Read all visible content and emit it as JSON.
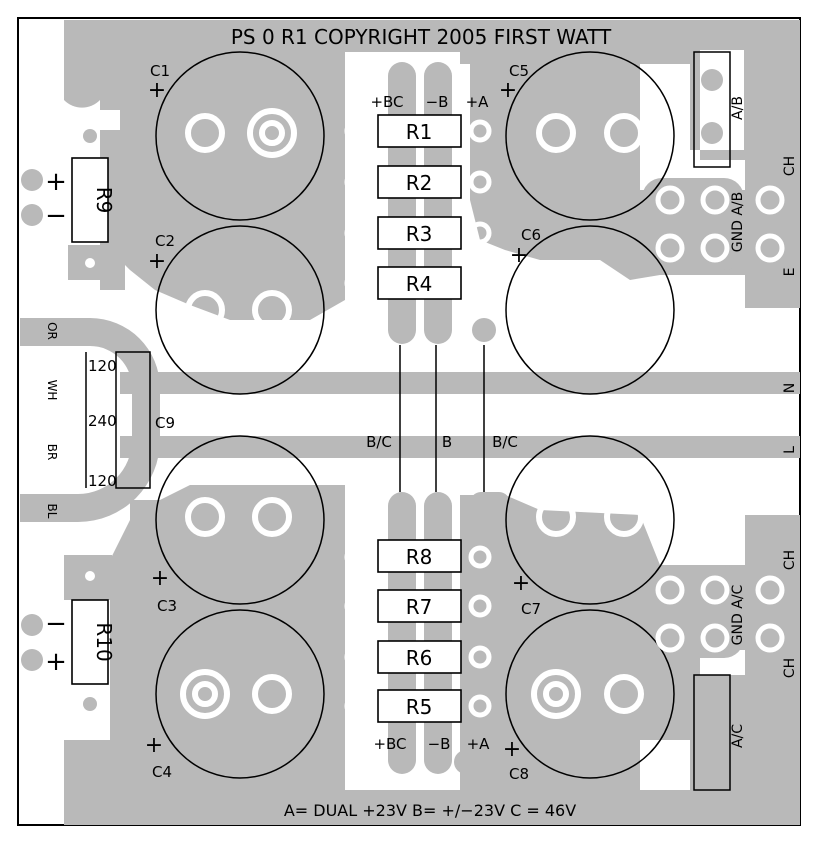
{
  "title": "PS 0 R1  COPYRIGHT 2005 FIRST WATT",
  "footer": "A= DUAL +23V  B= +/−23V  C = 46V",
  "colors": {
    "copper": "#b9b9b9",
    "outline": "#000000",
    "background": "#ffffff"
  },
  "resistors": {
    "r1": "R1",
    "r2": "R2",
    "r3": "R3",
    "r4": "R4",
    "r5": "R5",
    "r6": "R6",
    "r7": "R7",
    "r8": "R8",
    "r9": "R9",
    "r10": "R10"
  },
  "capacitors": {
    "c1": "C1",
    "c2": "C2",
    "c3": "C3",
    "c4": "C4",
    "c5": "C5",
    "c6": "C6",
    "c7": "C7",
    "c8": "C8",
    "c9": "C9"
  },
  "plus_sign": "+",
  "minus_sign": "−",
  "rail_labels": {
    "top_bc": "+BC",
    "top_b": "−B",
    "top_a": "+A",
    "bottom_bc": "+BC",
    "bottom_b": "−B",
    "bottom_a": "+A",
    "mid_bc_left": "B/C",
    "mid_b": "B",
    "mid_bc_right": "B/C"
  },
  "wire_labels": {
    "or": "OR",
    "wh": "WH",
    "br": "BR",
    "bl": "BL"
  },
  "voltage_labels": {
    "v120_top": "120",
    "v240": "240",
    "v120_bottom": "120"
  },
  "right_labels": {
    "ab": "A/B",
    "ch1": "CH",
    "gnd_ab": "GND A/B",
    "e": "E",
    "n": "N",
    "l": "L",
    "ch2": "CH",
    "gnd_ac": "GND A/C",
    "ch3": "CH",
    "ac": "A/C"
  }
}
